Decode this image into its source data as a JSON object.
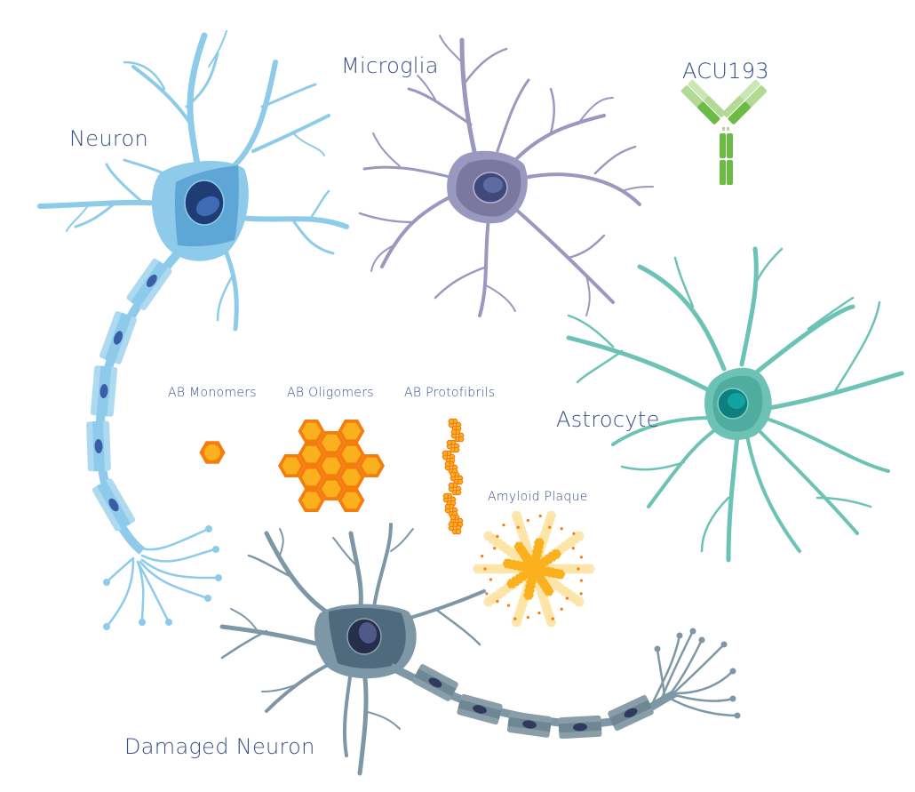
{
  "diagram": {
    "labels": {
      "neuron": "Neuron",
      "microglia": "Microglia",
      "antibody": "ACU193",
      "astrocyte": "Astrocyte",
      "damaged_neuron": "Damaged Neuron",
      "ab_monomers": "AB Monomers",
      "ab_oligomers": "AB Oligomers",
      "ab_protofibrils": "AB Protofibrils",
      "amyloid_plaque": "Amyloid Plaque"
    },
    "colors": {
      "label_text": "#3a4e86",
      "neuron": "#8ecbea",
      "neuron_body": "#5ea6d6",
      "neuron_nucleus": "#1f3c74",
      "microglia": "#9a98bf",
      "microglia_body": "#7a789f",
      "astrocyte": "#6cc3b5",
      "astrocyte_nucleus": "#0c8c8a",
      "damaged_neuron": "#7e97a6",
      "damaged_neuron_body": "#4e6a7c",
      "antibody_dark": "#6bbb44",
      "antibody_light": "#b2da95",
      "amyloid_orange": "#f57c0f",
      "amyloid_yellow": "#fbb11d",
      "plaque_light": "#fde3a6"
    }
  }
}
